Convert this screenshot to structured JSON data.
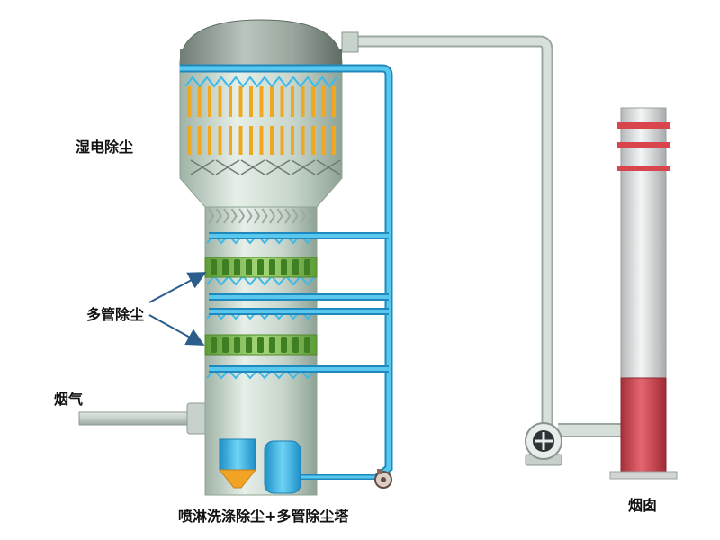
{
  "labels": {
    "wet_esp": "湿电除尘",
    "multi_tube": "多管除尘",
    "flue_gas": "烟气",
    "chimney": "烟囱",
    "tower": "喷淋洗涤除尘+多管除尘塔"
  },
  "colors": {
    "water_pipe": "#3cb9e8",
    "gas_pipe": "#c9d6d0",
    "tower_body": "#cfdcd2",
    "filter_green": "#7dc04a",
    "electrode_orange": "#f0a820",
    "chimney_band": "#d8454d",
    "arrow": "#2b5e8c"
  },
  "icons": [
    "fan-icon",
    "pump-icon"
  ]
}
